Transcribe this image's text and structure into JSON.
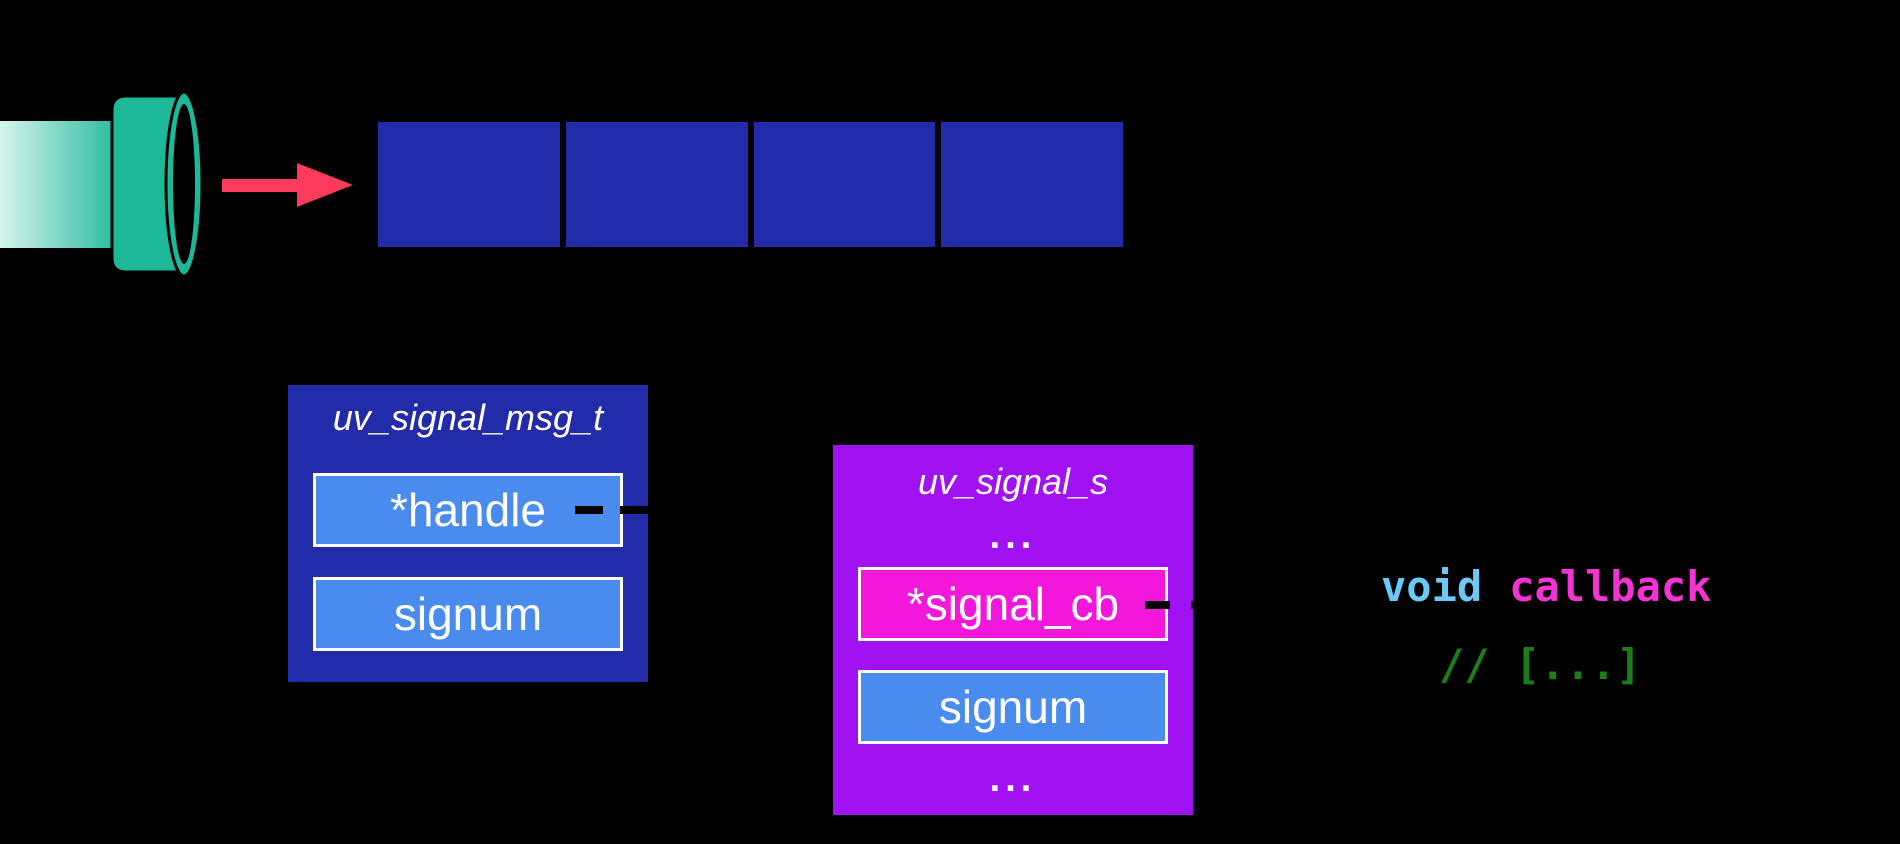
{
  "background": "#000000",
  "figures": {
    "pipe": {
      "description": "teal pipe end viewed at an angle",
      "body_gradient": [
        "#D8F4EC",
        "#2EBDA1"
      ],
      "flange_color": "#1DB897",
      "outline_color": "#000000"
    },
    "arrow": {
      "description": "flow arrow from pipe to queue",
      "color": "#FB3B5E"
    }
  },
  "queue": {
    "slot_count": 4,
    "slot_color": "#232CA8"
  },
  "msg_struct": {
    "title": "uv_signal_msg_t",
    "bg_color": "#232CA8",
    "text_color": "#FFFFFF",
    "fields": [
      {
        "label": "*handle",
        "bg_color": "#4A8CEE"
      },
      {
        "label": "signum",
        "bg_color": "#4A8CEE"
      }
    ]
  },
  "signal_struct": {
    "title": "uv_signal_s",
    "bg_color": "#A112F3",
    "text_color": "#FFFFFF",
    "ellipsis_top": "...",
    "ellipsis_bottom": "...",
    "fields": [
      {
        "label": "*signal_cb",
        "bg_color": "#F317DB"
      },
      {
        "label": "signum",
        "bg_color": "#4A8CEE"
      }
    ]
  },
  "pointer_dashes": {
    "color": "#000000"
  },
  "code": {
    "keyword": "void",
    "keyword_color": "#6AC9F5",
    "identifier": "callback",
    "identifier_color": "#F433D4",
    "comment": "// [...]",
    "comment_color": "#1B7E1B"
  }
}
